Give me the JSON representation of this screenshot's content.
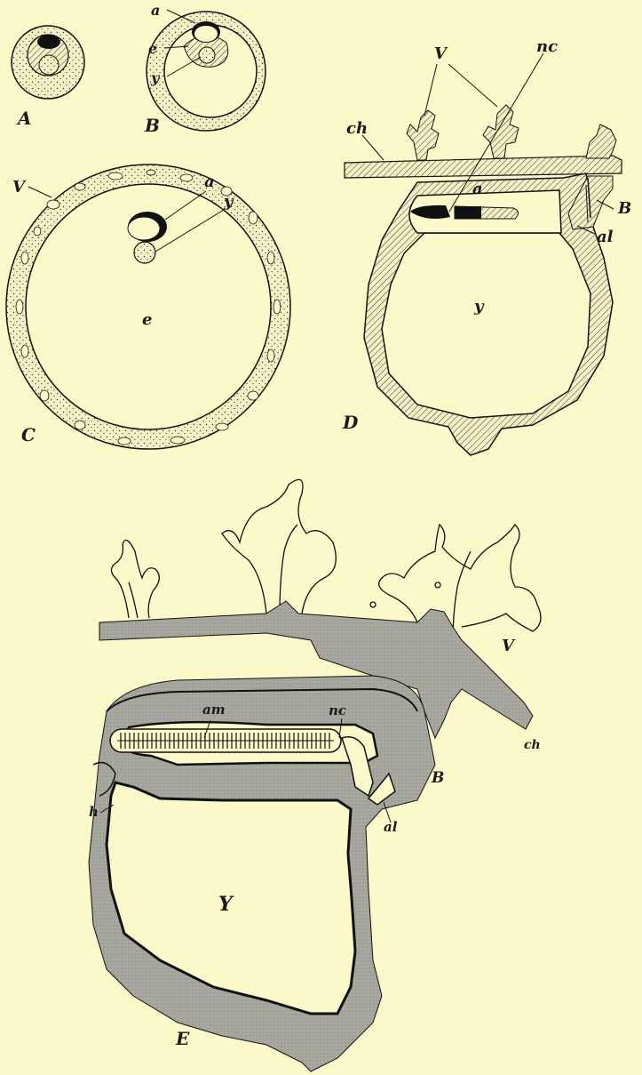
{
  "figures": {
    "A": {
      "letter": "A"
    },
    "B": {
      "letter": "B",
      "labels": {
        "a": "a",
        "e": "e",
        "y": "y"
      }
    },
    "C": {
      "letter": "C",
      "labels": {
        "V": "V",
        "a": "a",
        "y": "y",
        "e": "e"
      }
    },
    "D": {
      "letter": "D",
      "labels": {
        "ch": "ch",
        "V": "V",
        "nc": "nc",
        "a": "a",
        "B": "B",
        "al": "al",
        "y": "y"
      }
    },
    "E": {
      "letter": "E",
      "labels": {
        "V": "V",
        "am": "am",
        "nc": "nc",
        "ch": "ch",
        "B": "B",
        "h": "h",
        "al": "al",
        "Y": "Y"
      }
    }
  },
  "colors": {
    "paper": "#fbf8c9",
    "ink": "#111111",
    "tissue_gray": "#a8a8a0",
    "stipple_fill": "#f4f0c4"
  }
}
